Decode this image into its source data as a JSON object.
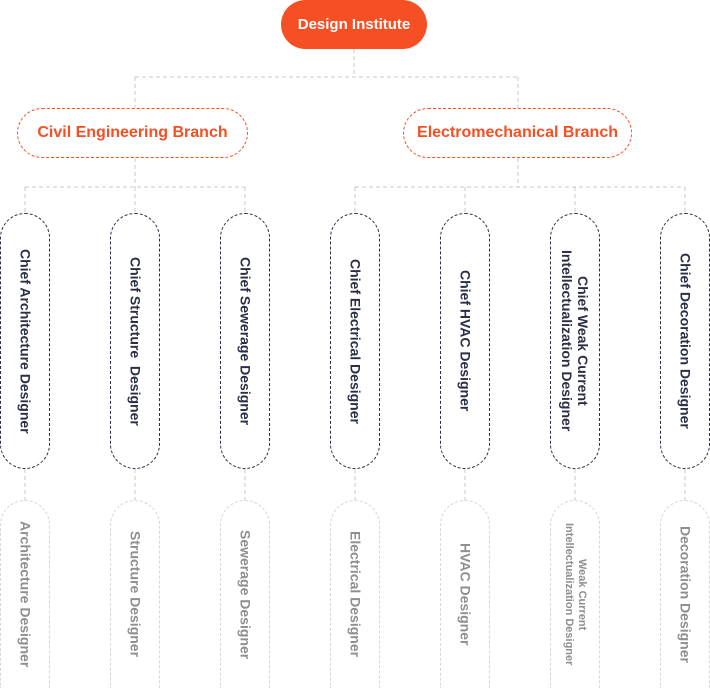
{
  "root": {
    "label": "Design Institute"
  },
  "branches": [
    {
      "label": "Civil Engineering Branch"
    },
    {
      "label": "Electromechanical Branch"
    }
  ],
  "chiefs": [
    {
      "label": "Chief Architecture Designer"
    },
    {
      "label": "Chief Structure  Designer"
    },
    {
      "label": "Chief Sewerage Designer"
    },
    {
      "label": "Chief Electrical Designer"
    },
    {
      "label": "Chief HVAC Designer"
    },
    {
      "label": "Chief Weak Current\nIntellectualization Designer"
    },
    {
      "label": "Chief Decoration Designer"
    }
  ],
  "designers": [
    {
      "label": "Architecture Designer"
    },
    {
      "label": "Structure Designer"
    },
    {
      "label": "Sewerage Designer"
    },
    {
      "label": "Electrical Designer"
    },
    {
      "label": "HVAC Designer"
    },
    {
      "label": "Weak Current\nIntellectualization Designer"
    },
    {
      "label": "Decoration Designer"
    }
  ],
  "colors": {
    "accent": "#f54f23",
    "chief_border": "#2b2f45",
    "designer_text": "#8e8e93",
    "connector": "#c9c9c9"
  }
}
